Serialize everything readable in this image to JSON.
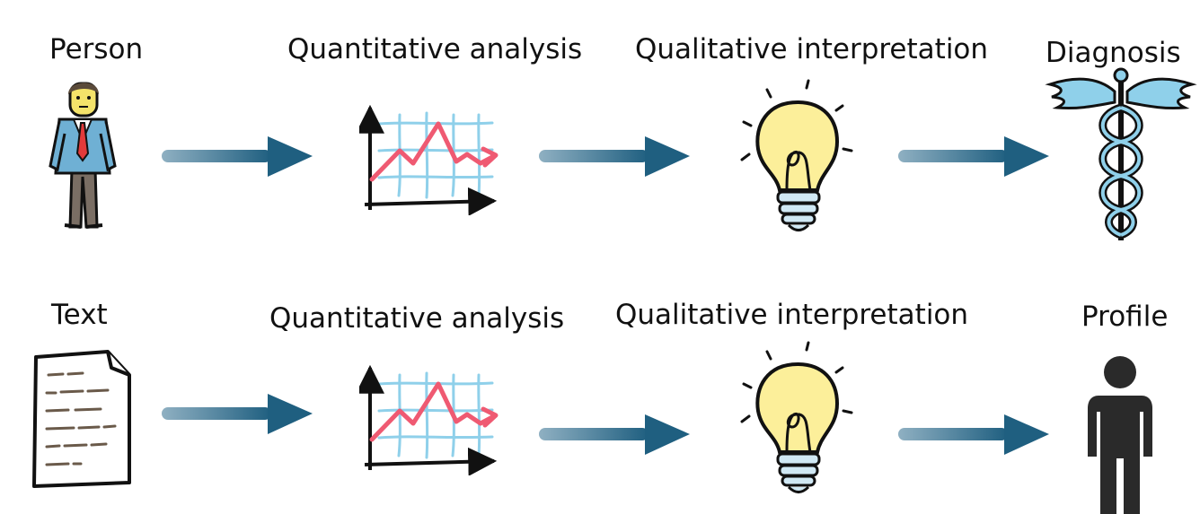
{
  "rows": [
    {
      "id": "person-row",
      "steps": [
        {
          "label": "Person",
          "icon": "businessman-icon"
        },
        {
          "label": "Quantitative analysis",
          "icon": "line-chart-icon"
        },
        {
          "label": "Qualitative interpretation",
          "icon": "lightbulb-icon"
        },
        {
          "label": "Diagnosis",
          "icon": "caduceus-icon"
        }
      ]
    },
    {
      "id": "text-row",
      "steps": [
        {
          "label": "Text",
          "icon": "document-icon"
        },
        {
          "label": "Quantitative analysis",
          "icon": "line-chart-icon"
        },
        {
          "label": "Qualitative interpretation",
          "icon": "lightbulb-icon"
        },
        {
          "label": "Profile",
          "icon": "person-silhouette-icon"
        }
      ]
    }
  ],
  "connector_icon": "arrow-right-icon",
  "colors": {
    "arrow": "#1f5f80",
    "arrow_light": "#8fb0c2",
    "chart_line": "#ef5a72",
    "chart_grid": "#8fd0ea",
    "bulb": "#fcef9a",
    "suit": "#6fb0d4",
    "tie": "#e23a3a",
    "skin": "#f4e36a",
    "trousers": "#7a6e64",
    "silhouette": "#2a2a2a"
  }
}
